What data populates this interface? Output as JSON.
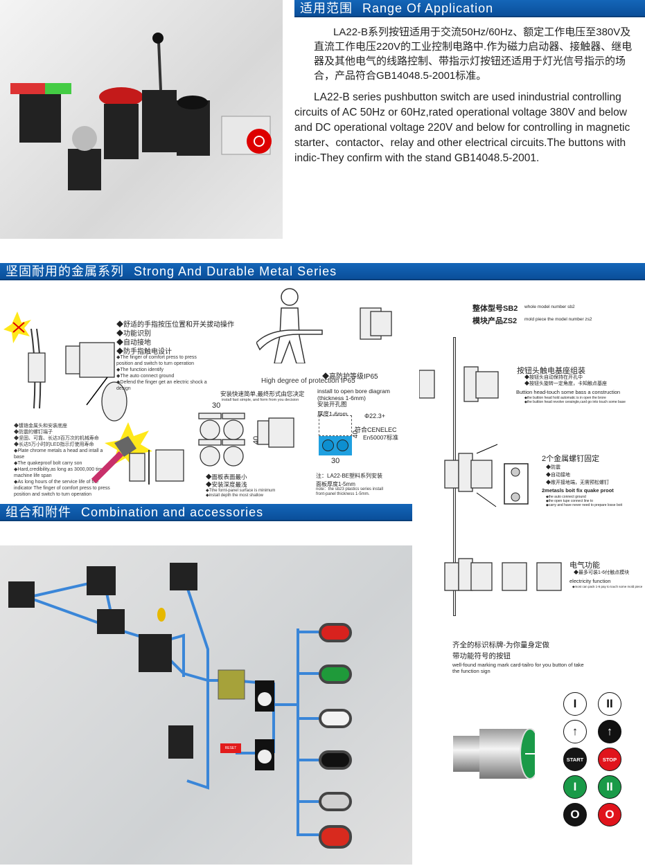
{
  "application": {
    "header_zh": "适用范围",
    "header_en": "Range Of Application",
    "para_zh": "LA22-B系列按钮适用于交流50Hz/60Hz、额定工作电压至380V及直流工作电压220V的工业控制电路中.作为磁力启动器、接触器、继电器及其他电气的线路控制、带指示灯按钮还适用于灯光信号指示的场合，产品符合GB14048.5-2001标准。",
    "para_en": "LA22-B series pushbutton switch are used inindustrial controlling circuits of AC 50Hz or 60Hz,rated operational voltage 380V and below and DC operational voltage 220V and below for controlling in magnetic starter、contactor、relay and other electrical circuits.The buttons with indic-They confirm with the stand GB14048.5-2001."
  },
  "metal": {
    "header_zh": "坚固耐用的金属系列",
    "header_en": "Strong And Durable Metal Series",
    "finger_zh": [
      "◆舒适的手指按压位置和开关拔动操作",
      "◆功能识别",
      "◆自动接地",
      "◆防手指触电设计"
    ],
    "finger_en": [
      "◆The finger of comfort press to press position and switch to turn operation",
      "◆The function identify",
      "◆The auto connect ground",
      "◆Defend the finger get an electric shock a design"
    ],
    "ip_zh": "◆高防护等级IP65",
    "ip_en": "High degree of protection IP65",
    "chrome_zh": [
      "◆镀铬金属头和安装底座",
      "◆防震的螺钉端子",
      "◆坚固、可靠、长达3百万次的机械寿命",
      "◆长达5万小时的LED指示灯使用寿命"
    ],
    "chrome_en": [
      "◆Plate chrome metals a head and intall a base",
      "◆The quakeproof bolt carry son",
      "◆Hard,credibility,as long as 3000,000 time machine life span",
      "◆As long  hours of the service life of the indicator The finger of comfort press to press position and switch to turn operation"
    ],
    "install_zh": "安装快速简单,最终形式由您决定",
    "install_en": "install fast simple, and form from you decision",
    "dim_30": "30",
    "dim_40": "40",
    "panel_zh": [
      "◆面板表面最小",
      "◆安装深度最浅"
    ],
    "panel_en": [
      "◆Tthe fornt-panel surface is minimum",
      "◆install depth the most shallow"
    ],
    "bore_en": "install to open bore diagram (thickness 1-6mm)",
    "bore_zh": "安装开孔图",
    "thickness_zh": "厚度1-6mm",
    "phi": "Φ22.3+",
    "cenelec": "符合CENELEC",
    "en50007": "En50007标准",
    "note_zh": "注：LA22-BE塑料系列安装",
    "note_zh2": "面板厚度1-5mm",
    "note_en": "note：the sb23 plastics series install front-panel thickness 1-5mm."
  },
  "right": {
    "model_zh": "整体型号SB2",
    "model_en": "whole model number sb2",
    "mold_zh": "模块产品ZS2",
    "mold_en": "mold piece the model number zs2",
    "head_title_zh": "按钮头触电基座组装",
    "head_zh": [
      "◆按钮头自动保持在开孔中",
      "◆按钮头旋转一定角度，卡知触点基座"
    ],
    "head_title_en": "Buttion head-touch some bass a construction",
    "head_en": [
      "◆the buttion  head hold automatic is in open the brore",
      "◆the buttion head revolve ceraingle,card go into touch some base"
    ],
    "bolt_title_zh": "2个金属螺钉固定",
    "bolt_zh": [
      "◆防震",
      "◆自动接地",
      "◆敞开接地端，无需预松螺钉"
    ],
    "bolt_title_en": "2metasls boit fix quake proot",
    "bolt_en": [
      "◆the auto connect ground",
      "◆the open tupe connect line to",
      "◆carry and have never need to prepare losse boit"
    ],
    "elec_title_zh": "电气功能",
    "elec_zh": "◆最多可装1-6付触点模块",
    "elec_title_en": "electricity function",
    "elec_en": "◆most can pack 1-6 pay to touch some mold piece",
    "mark_zh1": "齐全的标识标牌-为你量身定做",
    "mark_zh2": "带功能符号的按钮",
    "mark_en": "well-found marking mark card-tailro for you button of take the function sign",
    "signs": [
      {
        "label": "I",
        "bg": "#ffffff",
        "fg": "#111111"
      },
      {
        "label": "II",
        "bg": "#ffffff",
        "fg": "#111111"
      },
      {
        "label": "↑",
        "bg": "#ffffff",
        "fg": "#111111"
      },
      {
        "label": "↑",
        "bg": "#111111",
        "fg": "#ffffff"
      },
      {
        "label": "START",
        "bg": "#151515",
        "fg": "#ffffff"
      },
      {
        "label": "STOP",
        "bg": "#e0141c",
        "fg": "#ffffff"
      },
      {
        "label": "I",
        "bg": "#1a9a48",
        "fg": "#ffffff"
      },
      {
        "label": "II",
        "bg": "#1a9a48",
        "fg": "#ffffff"
      },
      {
        "label": "O",
        "bg": "#151515",
        "fg": "#ffffff"
      },
      {
        "label": "O",
        "bg": "#e0141c",
        "fg": "#ffffff"
      }
    ]
  },
  "accessories": {
    "header_zh": "组合和附件",
    "header_en": "Combination and accessories",
    "reset_label": "RESET",
    "heads": [
      "#d8221e",
      "#1f9a3a",
      "#f2f2f2",
      "#111111",
      "#cfcfcf",
      "#d82a1e"
    ]
  }
}
